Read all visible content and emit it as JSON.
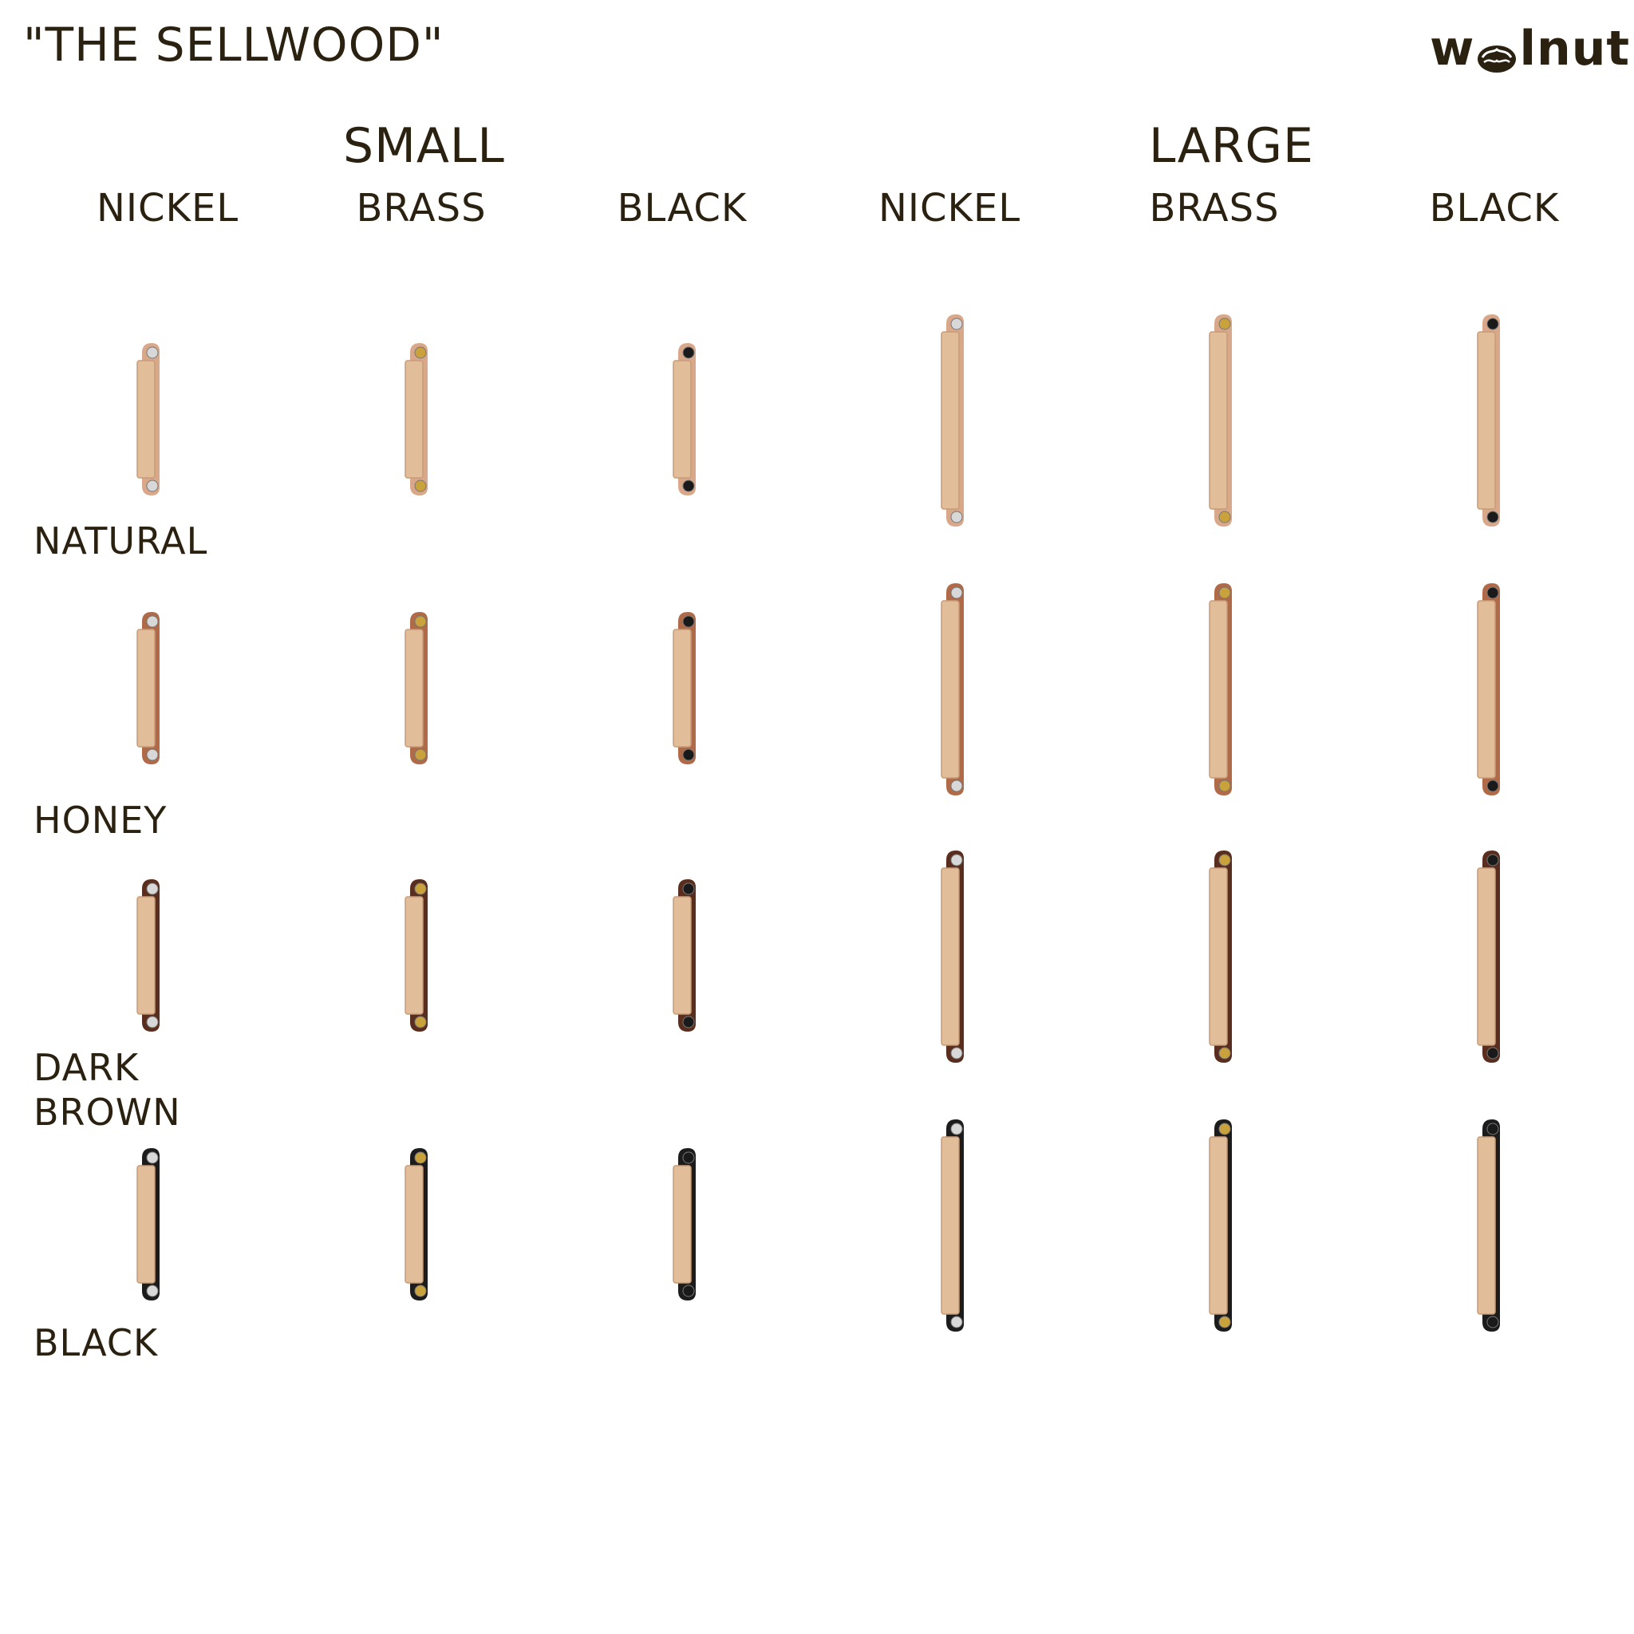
{
  "title": "\"THE SELLWOOD\"",
  "brand": {
    "logo_text_before": "w",
    "logo_text_after": "lnut",
    "icon": "walnut-icon"
  },
  "sizes": [
    {
      "label": "SMALL",
      "finishes": [
        "NICKEL",
        "BRASS",
        "BLACK"
      ]
    },
    {
      "label": "LARGE",
      "finishes": [
        "NICKEL",
        "BRASS",
        "BLACK"
      ]
    }
  ],
  "rows": [
    {
      "label": "NATURAL",
      "strap": "light-tan"
    },
    {
      "label": "HONEY",
      "strap": "honey"
    },
    {
      "label": "DARK\nBROWN",
      "strap": "dark-brown"
    },
    {
      "label": "BLACK",
      "strap": "black"
    }
  ],
  "colors": {
    "text": "#2b2110",
    "wood": "#e2bd9a",
    "wood_shade": "#c79c78",
    "strap_light_tan": "#d9a88a",
    "strap_honey": "#b06a48",
    "strap_dark_brown": "#5a2e1e",
    "strap_black": "#1c1c1c",
    "screw_nickel": "#d8d8d8",
    "screw_brass": "#c9a23c",
    "screw_black": "#1a1a1a"
  }
}
